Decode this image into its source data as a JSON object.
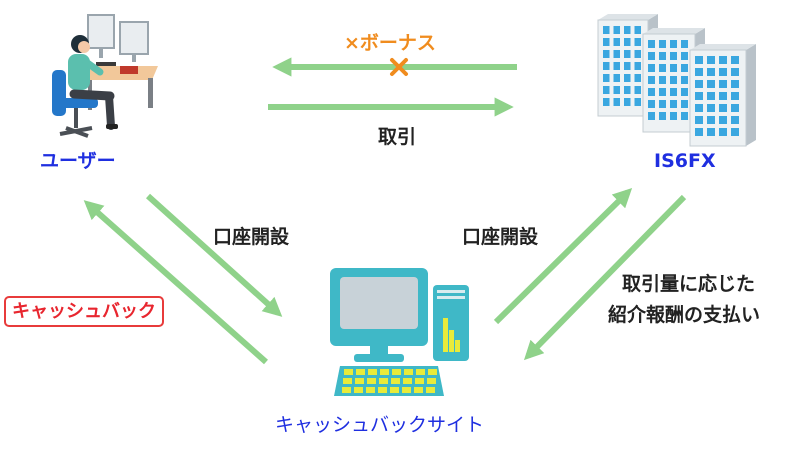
{
  "nodes": {
    "user": "ユーザー",
    "broker": "IS6FX",
    "cashback_site": "キャッシュバックサイト"
  },
  "edges": {
    "bonus": "×ボーナス",
    "trade": "取引",
    "account_open_left": "口座開設",
    "account_open_right": "口座開設",
    "commission_line1": "取引量に応じた",
    "commission_line2": "紹介報酬の支払い",
    "cashback_badge": "キャッシュバック"
  },
  "colors": {
    "arrow": "#8fd28a",
    "node_label": "#1f2fe0",
    "bonus": "#f08c1e",
    "cashback_badge": "#e8262f"
  },
  "icons": [
    "person-at-desk-icon",
    "office-buildings-icon",
    "desktop-computer-icon",
    "cross-mark-icon"
  ]
}
